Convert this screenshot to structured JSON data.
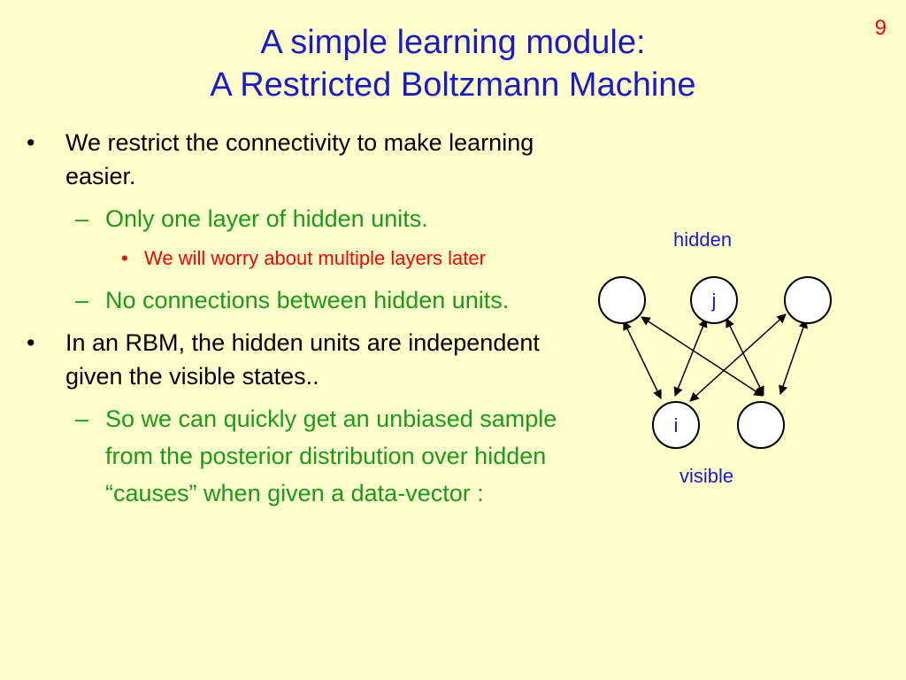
{
  "slide_number": "9",
  "title": {
    "line1": "A simple learning module:",
    "line2": "A Restricted Boltzmann Machine"
  },
  "bullets": {
    "b1": "We restrict the connectivity to make learning easier.",
    "b1_sub1": "Only one layer of hidden units.",
    "b1_sub1_sub1": "We will worry about multiple layers later",
    "b1_sub2": "No connections between hidden units.",
    "b2": "In an RBM, the hidden units are independent given the visible states..",
    "b2_sub1": "So we can quickly get an unbiased sample from the posterior distribution over hidden “causes” when given a data-vector :"
  },
  "diagram": {
    "hidden_label": "hidden",
    "visible_label": "visible",
    "node_j": "j",
    "node_i": "i"
  }
}
